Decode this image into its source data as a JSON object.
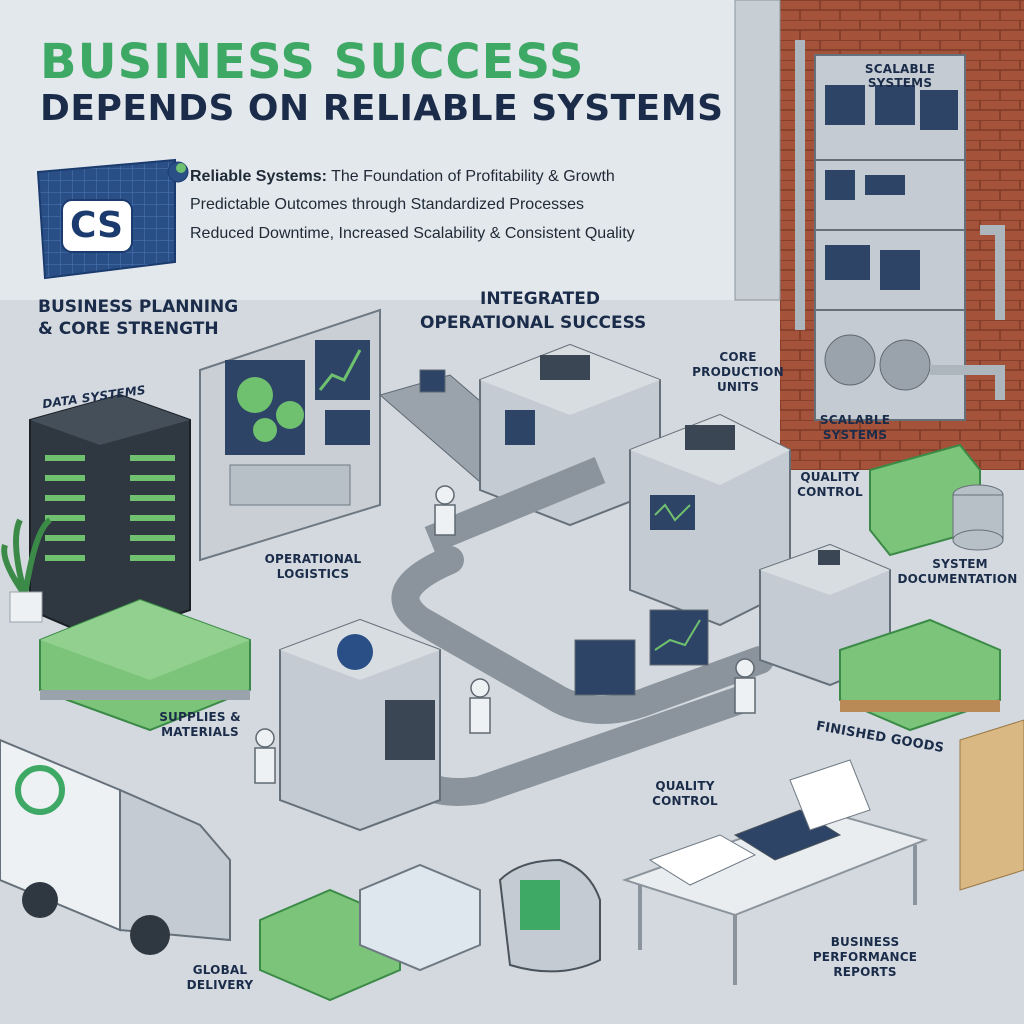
{
  "title": {
    "line1": "BUSINESS SUCCESS",
    "line2": "DEPENDS ON RELIABLE SYSTEMS"
  },
  "summary": {
    "lead_bold": "Reliable Systems:",
    "lead_rest": " The Foundation of Profitability & Growth",
    "line2": "Predictable Outcomes through Standardized Processes",
    "line3": "Reduced Downtime, Increased Scalability & Consistent Quality"
  },
  "logo": {
    "text": "CS",
    "icon": "blueprint-logo-icon"
  },
  "labels": {
    "business_planning": "BUSINESS PLANNING & CORE STRENGTH",
    "integrated_line1": "INTEGRATED",
    "integrated_line2": "OPERATIONAL SUCCESS",
    "data_systems": "DATA SYSTEMS",
    "scalable_top_line1": "SCALABLE",
    "scalable_top_line2": "SYSTEMS",
    "core_line1": "CORE",
    "core_line2": "PRODUCTION",
    "core_line3": "UNITS",
    "scalable_mid_line1": "SCALABLE",
    "scalable_mid_line2": "SYSTEMS",
    "quality_top_line1": "QUALITY",
    "quality_top_line2": "CONTROL",
    "operational_line1": "OPERATIONAL",
    "operational_line2": "LOGISTICS",
    "system_doc_line1": "SYSTEM",
    "system_doc_line2": "DOCUMENTATION",
    "supplies_line1": "SUPPLIES &",
    "supplies_line2": "MATERIALS",
    "finished_goods": "FINISHED GOODS",
    "quality_bot_line1": "QUALITY",
    "quality_bot_line2": "CONTROL",
    "global_line1": "GLOBAL",
    "global_line2": "DELIVERY",
    "reports_line1": "BUSINESS",
    "reports_line2": "PERFORMANCE",
    "reports_line3": "REPORTS"
  },
  "colors": {
    "green": "#3ea865",
    "navy": "#1b2c4a",
    "brick": "#a5523a",
    "machine": "#c9cfd5",
    "floor": "#d5dbe0"
  }
}
